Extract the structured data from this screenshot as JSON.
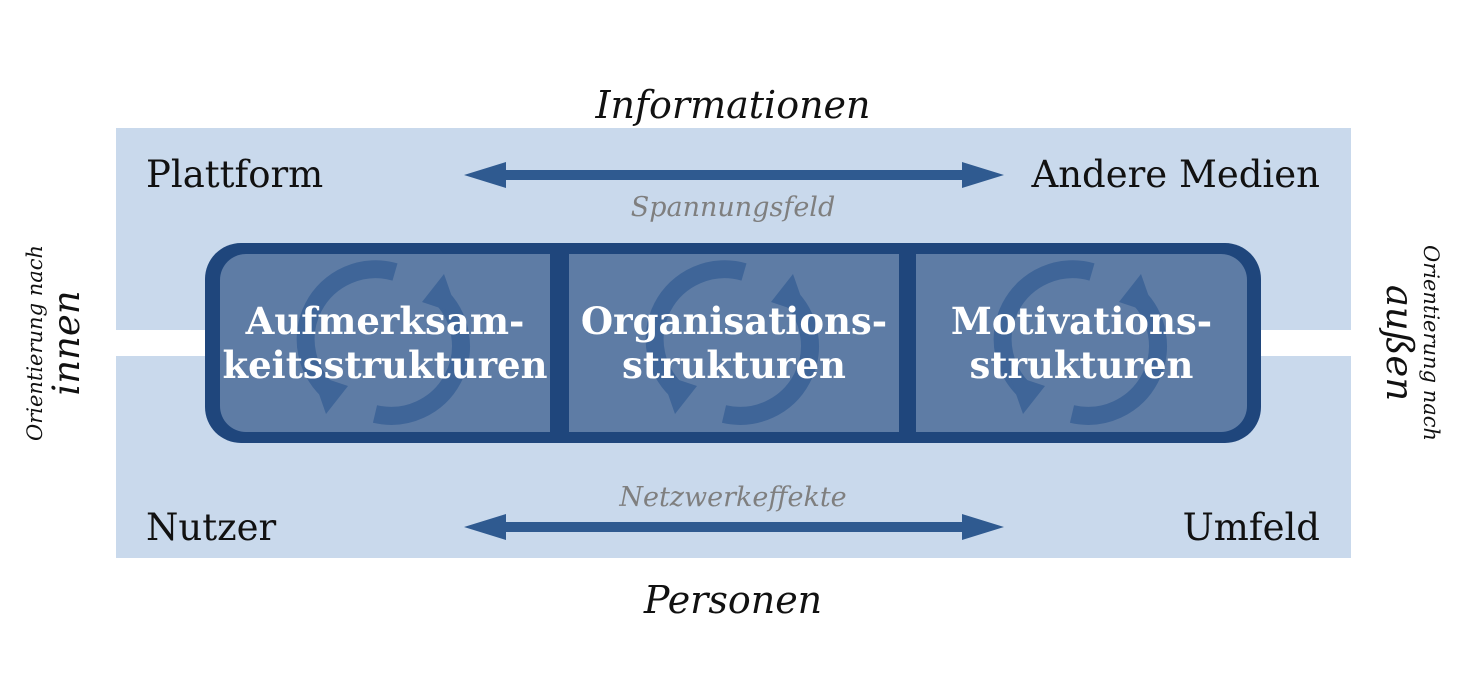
{
  "top_title": "Informationen",
  "bottom_title": "Personen",
  "corners": {
    "top_left": "Plattform",
    "top_right": "Andere Medien",
    "bottom_left": "Nutzer",
    "bottom_right": "Umfeld"
  },
  "top_arrow_label": "Spannungsfeld",
  "bottom_arrow_label": "Netzwerkeffekte",
  "left_side": {
    "small": "Orientierung nach",
    "big": "innen"
  },
  "right_side": {
    "small": "Orientierung nach",
    "big": "außen"
  },
  "structures": [
    {
      "line1": "Aufmerksam-",
      "line2": "keitsstrukturen"
    },
    {
      "line1": "Organisations-",
      "line2": "strukturen"
    },
    {
      "line1": "Motivations-",
      "line2": "strukturen"
    }
  ],
  "colors": {
    "band": "#c9d9ec",
    "frame": "#1f467c",
    "cell": "#5e7ca5",
    "arrow": "#2f5a90",
    "gray_text": "#7f7f7f"
  }
}
